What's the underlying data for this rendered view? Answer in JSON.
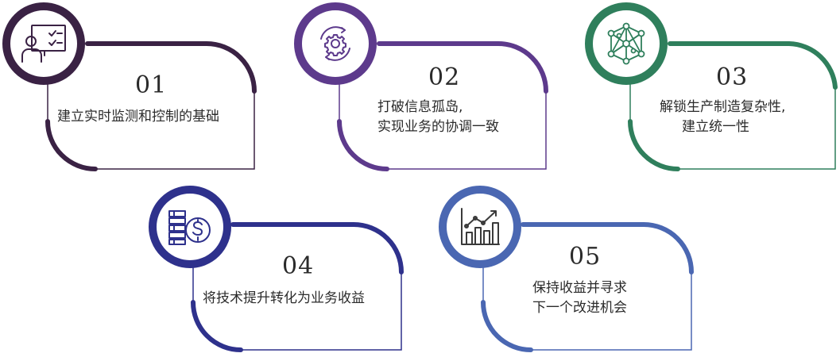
{
  "steps": [
    {
      "number": "01",
      "lines": [
        "建立实时监测和控制的基础"
      ],
      "color": "#3a2244",
      "icon": "monitor-user-checklist-icon"
    },
    {
      "number": "02",
      "lines": [
        "打破信息孤岛,",
        "实现业务的协调一致"
      ],
      "color": "#5d3a8c",
      "icon": "gear-cycle-icon"
    },
    {
      "number": "03",
      "lines": [
        "解锁生产制造复杂性,",
        "建立统一性"
      ],
      "color": "#2f7f5c",
      "icon": "network-nodes-icon"
    },
    {
      "number": "04",
      "lines": [
        "将技术提升转化为业务收益"
      ],
      "color": "#2e318c",
      "icon": "money-stack-dollar-icon"
    },
    {
      "number": "05",
      "lines": [
        "保持收益并寻求",
        "下一个改进机会"
      ],
      "color": "#4a67b2",
      "icon": "bar-chart-growth-icon"
    }
  ]
}
